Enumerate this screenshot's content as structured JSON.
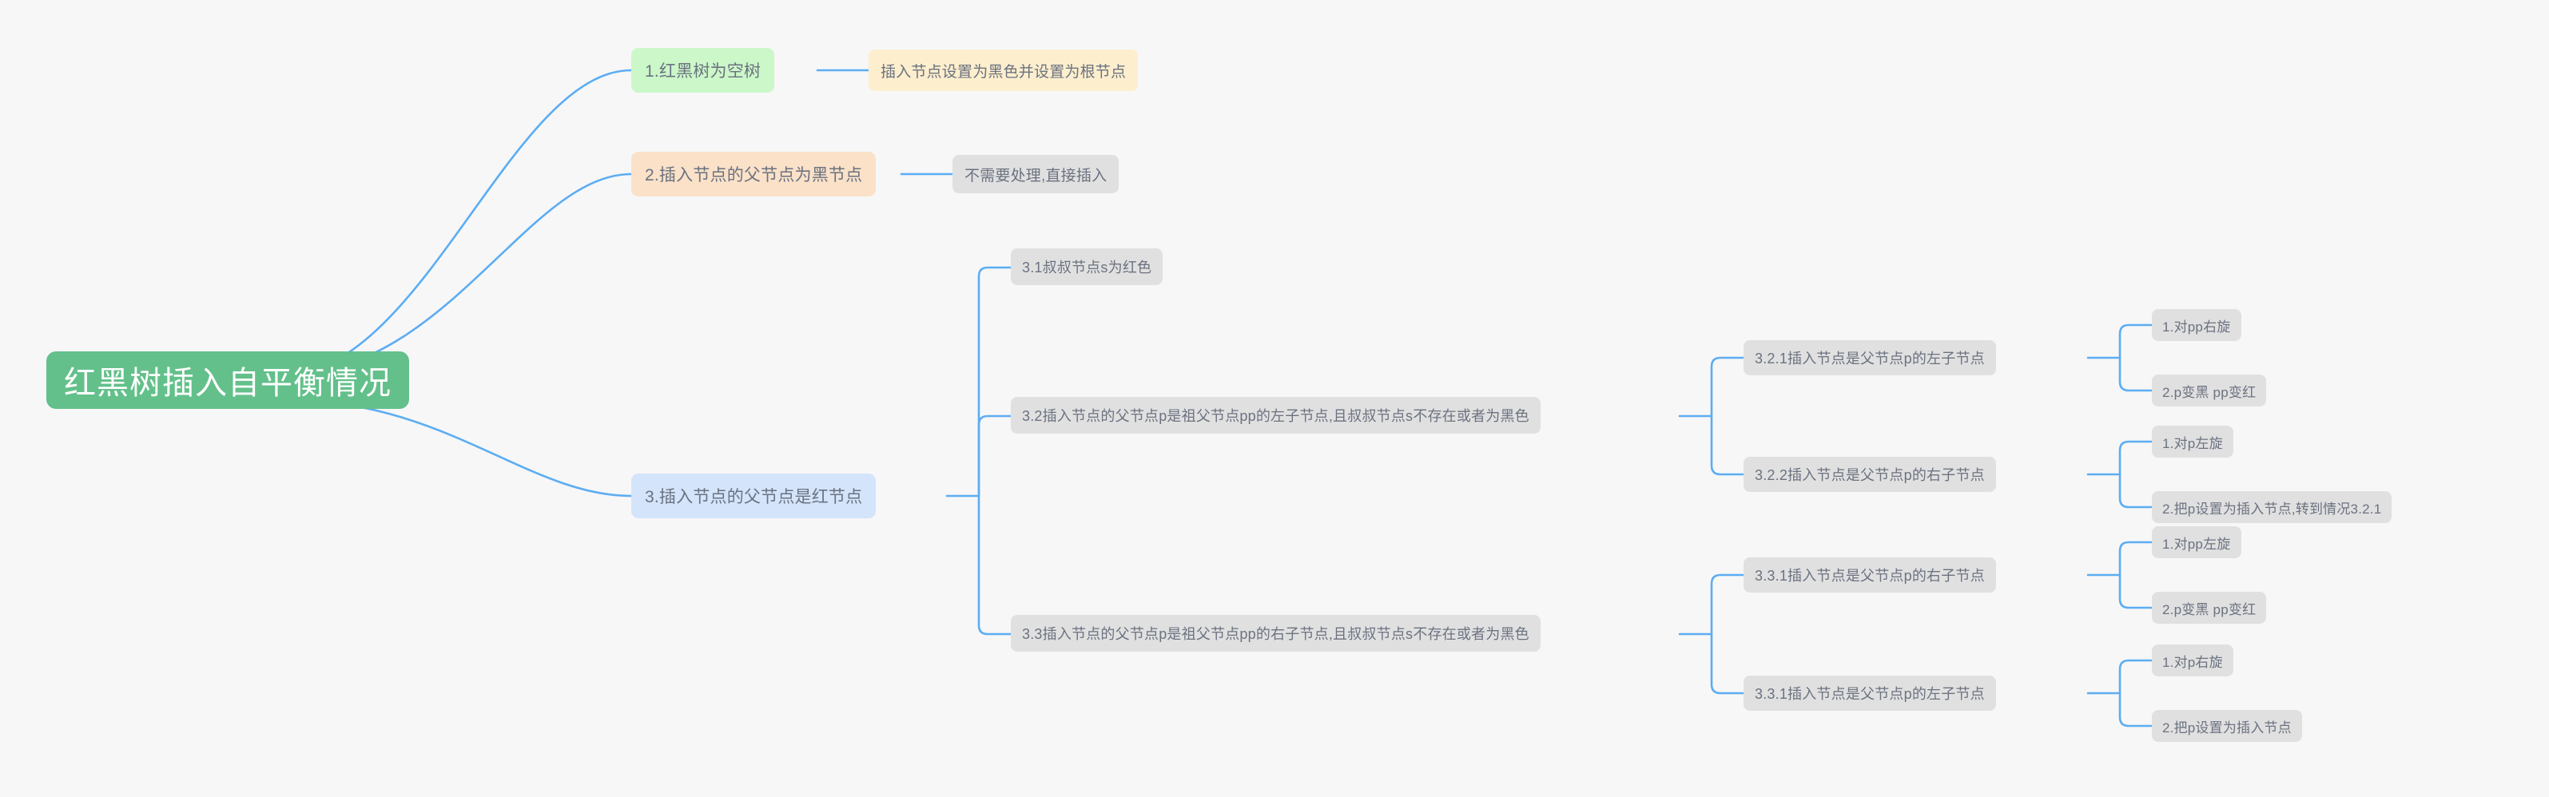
{
  "diagram": {
    "title": "红黑树插入自平衡情况",
    "type": "mindmap",
    "background_color": "#f7f7f8",
    "edge_color": "#5cadf2",
    "text_color": "#6b7280"
  },
  "root": {
    "label": "红黑树插入自平衡情况",
    "color": "#63c08a",
    "text_color": "#ffffff"
  },
  "branches": [
    {
      "id": "b1",
      "label": "1.红黑树为空树",
      "color": "#ccf7c9",
      "children": [
        {
          "id": "b1c1",
          "label": "插入节点设置为黑色并设置为根节点",
          "color": "#fdeecd",
          "children": []
        }
      ]
    },
    {
      "id": "b2",
      "label": "2.插入节点的父节点为黑节点",
      "color": "#fae1c8",
      "children": [
        {
          "id": "b2c1",
          "label": "不需要处理,直接插入",
          "color": "#e0e0e0",
          "children": []
        }
      ]
    },
    {
      "id": "b3",
      "label": "3.插入节点的父节点是红节点",
      "color": "#d3e4fb",
      "children": [
        {
          "id": "b3c1",
          "label": "3.1叔叔节点s为红色",
          "color": "#e0e0e0",
          "children": []
        },
        {
          "id": "b3c2",
          "label": "3.2插入节点的父节点p是祖父节点pp的左子节点,且叔叔节点s不存在或者为黑色",
          "color": "#e0e0e0",
          "children": [
            {
              "id": "b3c2s1",
              "label": "3.2.1插入节点是父节点p的左子节点",
              "color": "#e0e0e0",
              "children": [
                {
                  "id": "b3c2s1a",
                  "label": "1.对pp右旋",
                  "color": "#e0e0e0"
                },
                {
                  "id": "b3c2s1b",
                  "label": "2.p变黑 pp变红",
                  "color": "#e0e0e0"
                }
              ]
            },
            {
              "id": "b3c2s2",
              "label": "3.2.2插入节点是父节点p的右子节点",
              "color": "#e0e0e0",
              "children": [
                {
                  "id": "b3c2s2a",
                  "label": "1.对p左旋",
                  "color": "#e0e0e0"
                },
                {
                  "id": "b3c2s2b",
                  "label": "2.把p设置为插入节点,转到情况3.2.1",
                  "color": "#e0e0e0"
                }
              ]
            }
          ]
        },
        {
          "id": "b3c3",
          "label": "3.3插入节点的父节点p是祖父节点pp的右子节点,且叔叔节点s不存在或者为黑色",
          "color": "#e0e0e0",
          "children": [
            {
              "id": "b3c3s1",
              "label": "3.3.1插入节点是父节点p的右子节点",
              "color": "#e0e0e0",
              "children": [
                {
                  "id": "b3c3s1a",
                  "label": "1.对pp左旋",
                  "color": "#e0e0e0"
                },
                {
                  "id": "b3c3s1b",
                  "label": "2.p变黑 pp变红",
                  "color": "#e0e0e0"
                }
              ]
            },
            {
              "id": "b3c3s2",
              "label": "3.3.1插入节点是父节点p的左子节点",
              "color": "#e0e0e0",
              "children": [
                {
                  "id": "b3c3s2a",
                  "label": "1.对p右旋",
                  "color": "#e0e0e0"
                },
                {
                  "id": "b3c3s2b",
                  "label": "2.把p设置为插入节点",
                  "color": "#e0e0e0"
                }
              ]
            }
          ]
        }
      ]
    }
  ]
}
